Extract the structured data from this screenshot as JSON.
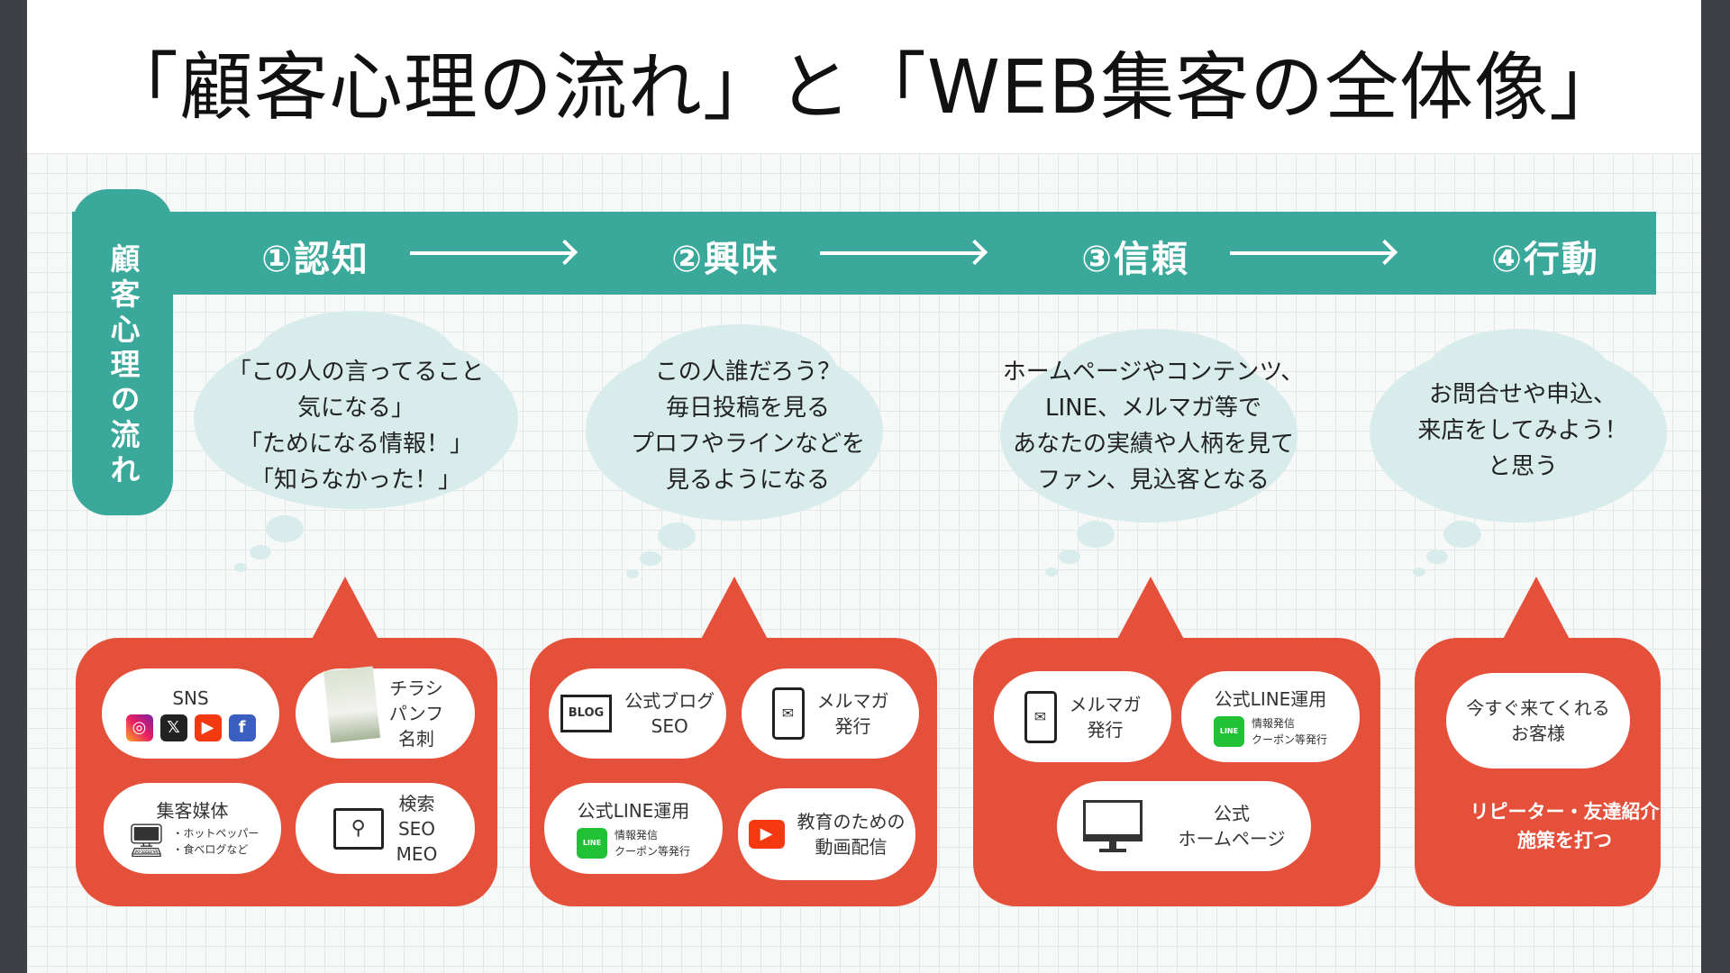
{
  "title": "「顧客心理の流れ」と「WEB集客の全体像」",
  "side_label": "顧客心理の流れ",
  "steps": [
    {
      "label": "①認知"
    },
    {
      "label": "②興味"
    },
    {
      "label": "③信頼"
    },
    {
      "label": "④行動"
    }
  ],
  "thoughts": [
    "「この人の言ってること\n気になる」\n「ためになる情報！」\n「知らなかった！」",
    "この人誰だろう？\n毎日投稿を見る\nプロフやラインなどを\n見るようになる",
    "ホームページやコンテンツ、\nLINE、メルマガ等で\nあなたの実績や人柄を見て\nファン、見込客となる",
    "お問合せや申込、\n来店をしてみよう！\nと思う"
  ],
  "channels": {
    "sns": {
      "label": "SNS",
      "icons": [
        "instagram-icon",
        "x-icon",
        "youtube-icon",
        "facebook-icon"
      ]
    },
    "flyer": {
      "lines": [
        "チラシ",
        "パンフ",
        "名刺"
      ]
    },
    "media": {
      "label": "集客媒体",
      "items": [
        "・ホットペッパー",
        "・食べログなど"
      ]
    },
    "search": {
      "lines": [
        "検索",
        "SEO",
        "MEO"
      ]
    },
    "blog": {
      "icon_text": "BLOG",
      "lines": [
        "公式ブログ",
        "SEO"
      ]
    },
    "mail": {
      "lines": [
        "メルマガ",
        "発行"
      ]
    },
    "line": {
      "label": "公式LINE運用",
      "icon_text": "LINE",
      "items": [
        "情報発信",
        "クーポン等発行"
      ]
    },
    "video": {
      "lines": [
        "教育のための",
        "動画配信"
      ]
    },
    "homepage": {
      "lines": [
        "公式",
        "ホームページ"
      ]
    },
    "customers": {
      "lines": [
        "今すぐ来てくれる",
        "お客様"
      ]
    },
    "repeat": "リピーター・友達紹介\n施策を打つ"
  },
  "colors": {
    "teal": "#3aa89b",
    "red": "#e5503a",
    "cloud": "#d8ecec"
  }
}
